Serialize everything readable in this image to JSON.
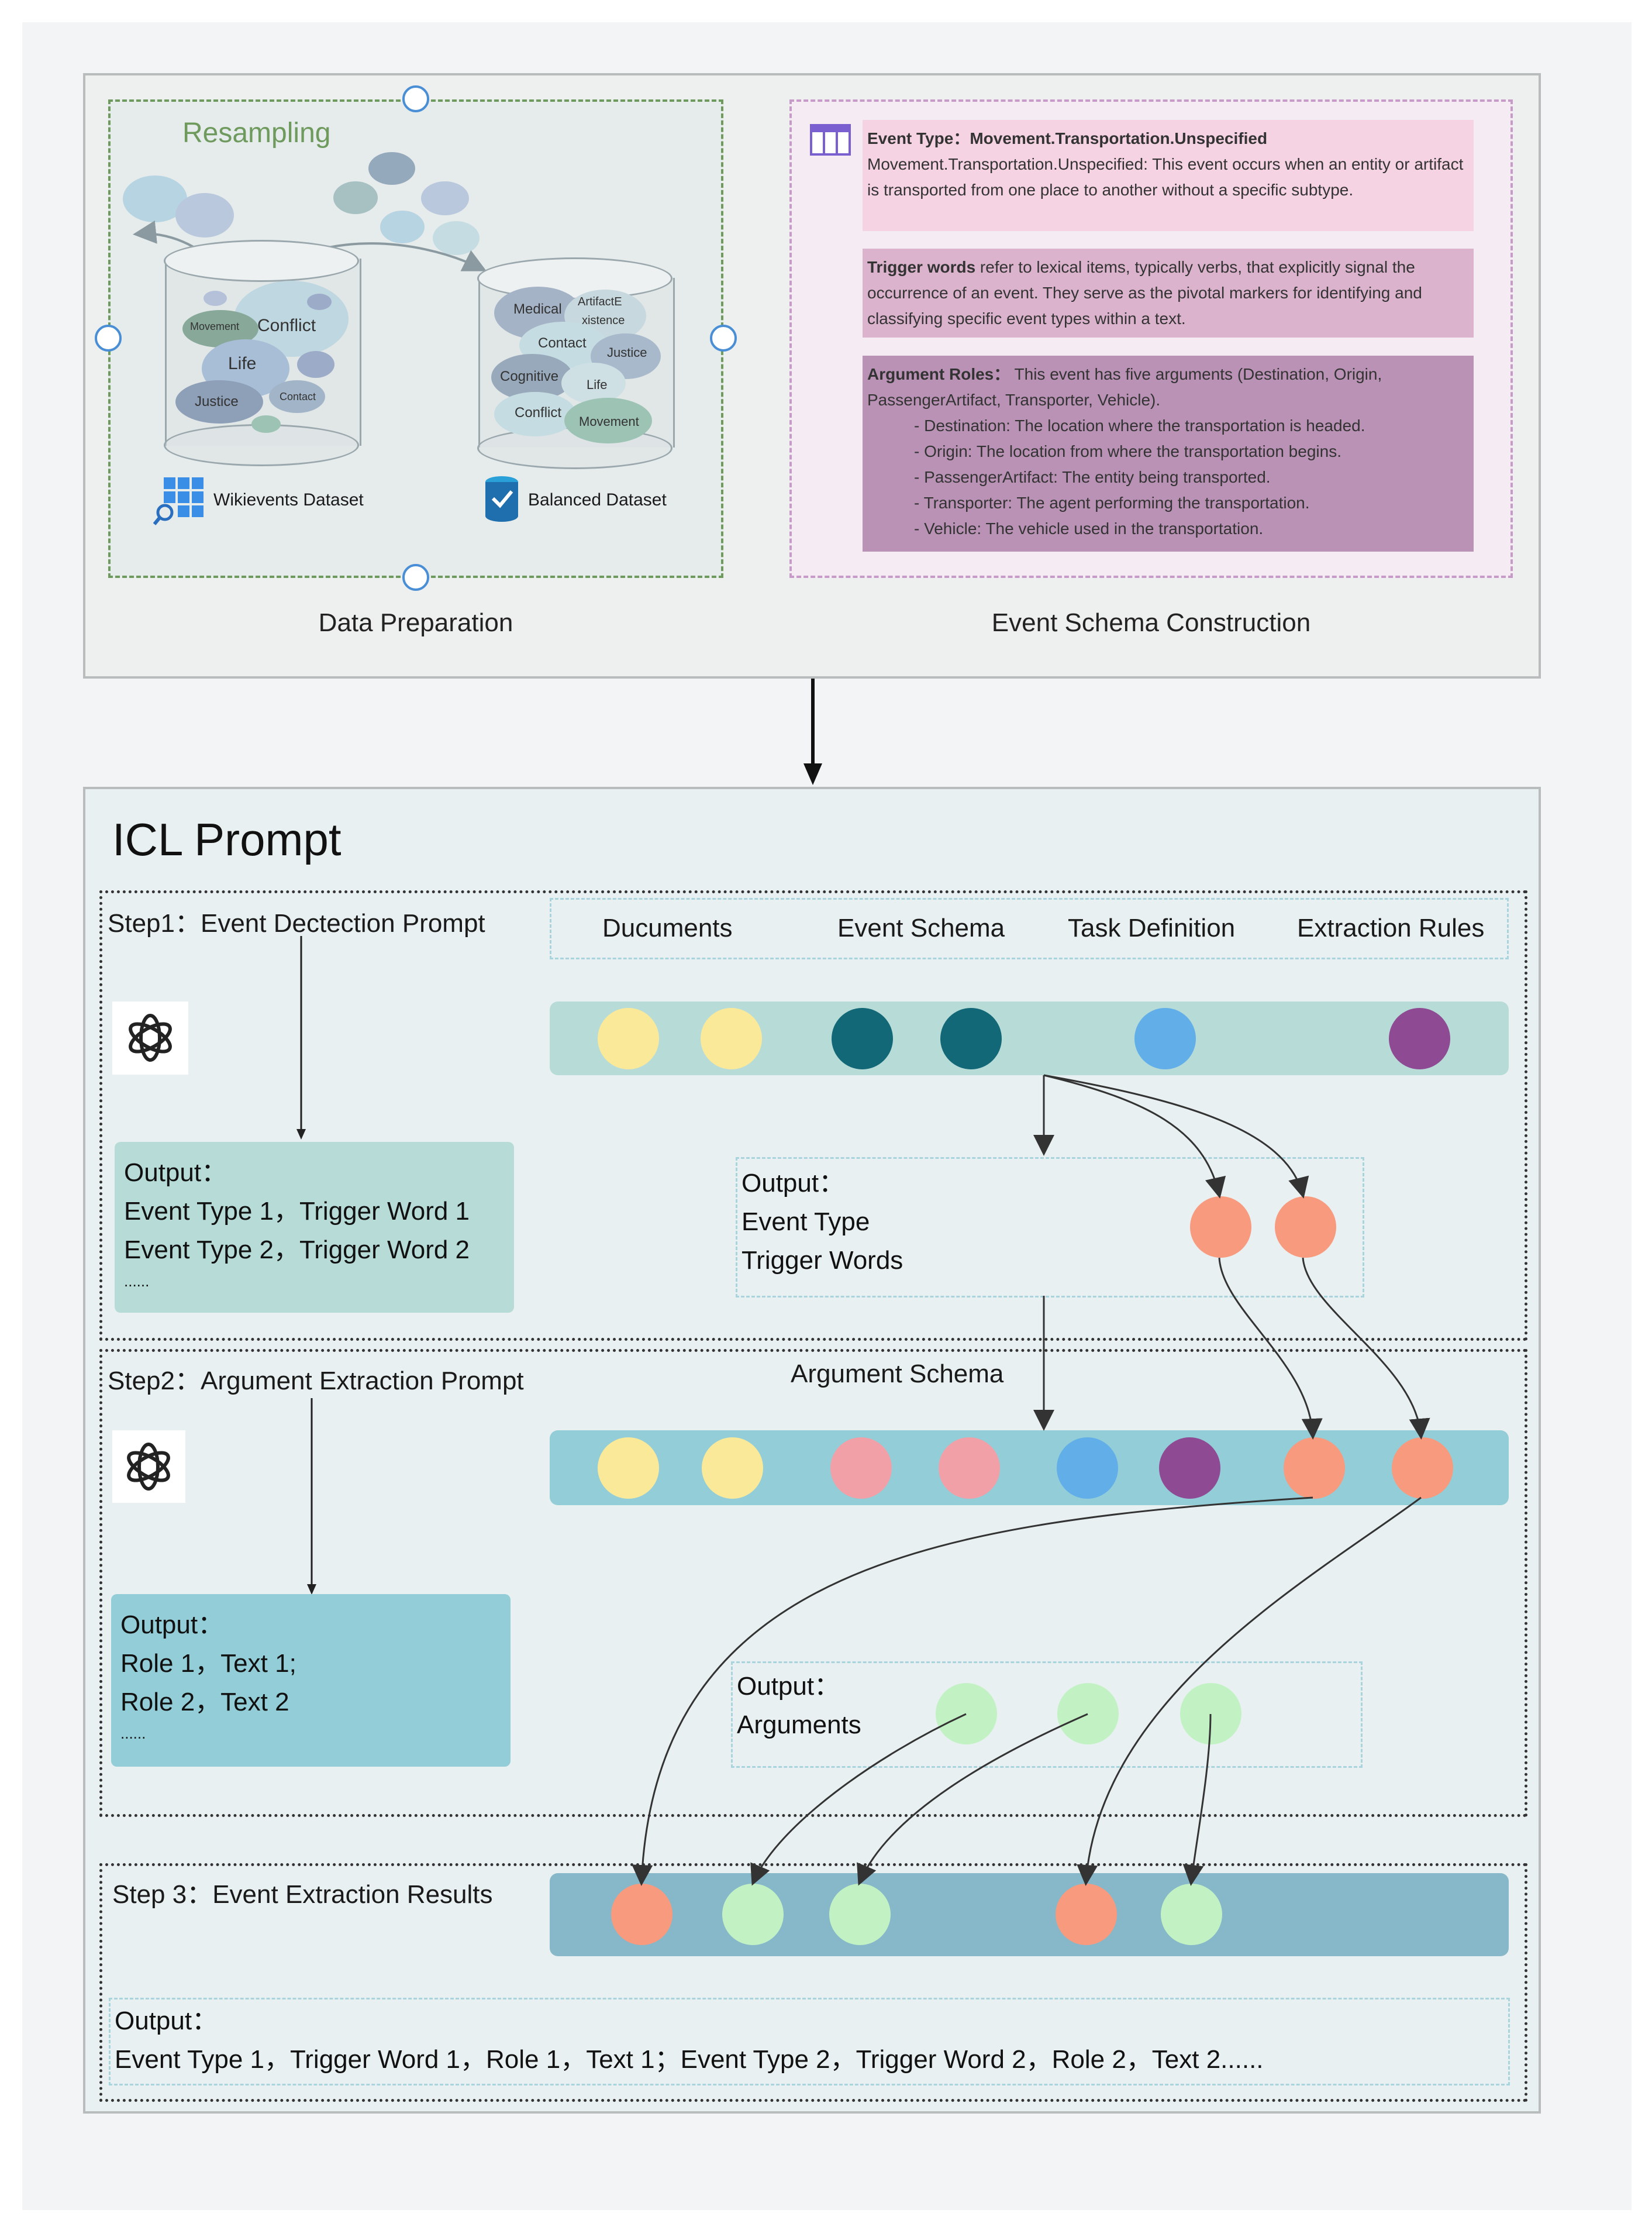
{
  "top_panel": {
    "resampling_title": "Resampling",
    "source_cylinder_labels": {
      "movement": "Movement",
      "conflict": "Conflict",
      "life": "Life",
      "justice": "Justice",
      "contact": "Contact"
    },
    "target_cylinder_labels": {
      "medical": "Medical",
      "artifact_line1": "ArtifactE",
      "artifact_line2": "xistence",
      "contact": "Contact",
      "justice": "Justice",
      "cognitive": "Cognitive",
      "life": "Life",
      "conflict": "Conflict",
      "movement": "Movement"
    },
    "wikievents_label": "Wikievents Dataset",
    "balanced_label": "Balanced  Dataset",
    "data_preparation_caption": "Data Preparation",
    "event_schema_caption": "Event Schema Construction",
    "event_type_heading": "Event Type：",
    "event_type_value": "Movement.Transportation.Unspecified",
    "event_type_desc": "Movement.Transportation.Unspecified: This event occurs when an entity or artifact is transported from one place to another without a specific subtype.",
    "trigger_heading": "Trigger words",
    "trigger_desc": " refer to lexical items, typically verbs, that explicitly signal the occurrence of an event. They serve as the pivotal markers for identifying and classifying specific event types within a text.",
    "arg_heading": "Argument Roles：",
    "arg_intro": " This event has five arguments (Destination, Origin, PassengerArtifact, Transporter, Vehicle).",
    "arg_items": [
      "- Destination: The location where the transportation is headed.",
      "- Origin: The location from where the transportation begins.",
      "- PassengerArtifact: The entity being transported.",
      "- Transporter: The agent performing the transportation.",
      "- Vehicle: The vehicle used in the transportation."
    ]
  },
  "icl": {
    "title": "ICL Prompt",
    "step1": {
      "title": "Step1：Event Dectection Prompt",
      "headers": [
        "Ducuments",
        "Event Schema",
        "Task Definition",
        "Extraction Rules"
      ],
      "left_output": [
        "Output：",
        "Event Type 1，Trigger Word 1",
        "Event Type 2，Trigger Word 2",
        "......"
      ],
      "right_output": [
        "Output：",
        "Event Type",
        "Trigger Words"
      ]
    },
    "step2": {
      "title": "Step2：Argument Extraction Prompt",
      "header": "Argument Schema",
      "left_output": [
        "Output：",
        "Role 1，Text 1;",
        "Role 2，Text 2",
        "......"
      ],
      "right_output": [
        "Output：",
        "Arguments"
      ]
    },
    "step3": {
      "title": "Step 3：Event Extraction Results",
      "output": [
        "Output：",
        "Event Type 1，Trigger Word 1，Role 1，Text 1；Event Type 2，Trigger Word 2，Role 2，Text 2......"
      ]
    }
  },
  "colors": {
    "documents": "#fbe99a",
    "event_schema": "#136878",
    "task_definition": "#62aee8",
    "extraction_rules": "#8e4a93",
    "trigger": "#f89a7e",
    "argument_schema": "#f2a0a8",
    "argument": "#c2f2c4",
    "bar_step1": "#b7dcd8",
    "bar_step2": "#93cdd7",
    "bar_step3": "#86b8c9"
  }
}
